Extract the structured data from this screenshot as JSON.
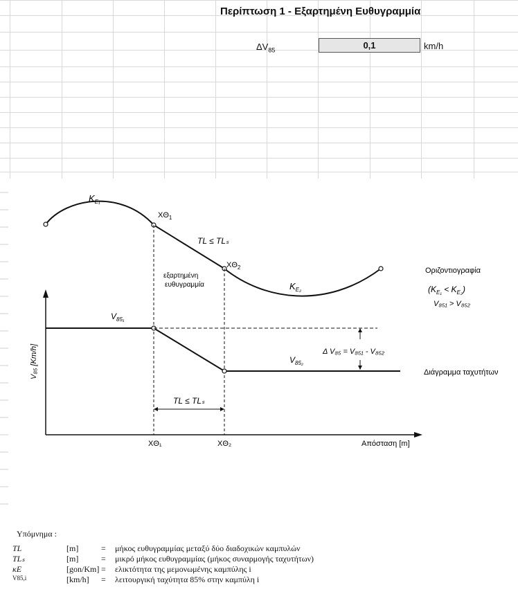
{
  "sheet": {
    "title": "Περίπτωση 1 - Εξαρτημένη Ευθυγραμμία",
    "dv_label": "ΔV",
    "dv_sub": "85",
    "dv_value": "0,1",
    "dv_unit": "km/h"
  },
  "figure": {
    "ke1": "K",
    "ke1_sub": "E₁",
    "ke2": "K",
    "ke2_sub": "E₂",
    "xth1": "XΘ",
    "xth1_sub": "1",
    "xth2": "XΘ",
    "xth2_sub": "2",
    "tl_cond": "TL ≤ TLₛ",
    "dependent_line": [
      "εξαρτημένη",
      "ευθυγραμμία"
    ],
    "horizontal_label": "Οριζοντιογραφία",
    "cond1": "(K",
    "cond1_a": "E₁",
    "cond1_mid": " < K",
    "cond1_b": "E₂",
    "cond1_end": ")",
    "cond2": "V₈₅₁ > V₈₅₂",
    "v85_1": "V",
    "v85_1_sub": "85₁",
    "v85_2": "V",
    "v85_2_sub": "85₂",
    "delta_v": "Δ V₈₅ = V₈₅₁ - V₈₅₂",
    "speed_diagram": "Διάγραμμα ταχυτήτων",
    "yaxis": "V₈₅ [Km/h]",
    "xaxis": "Απόσταση [m]",
    "tl_cond_bottom": "TL ≤ TLₛ",
    "xtick1": "XΘ₁",
    "xtick2": "XΘ₂"
  },
  "legend": {
    "header": "Υπόμνημα :",
    "rows": [
      {
        "sym": "TL",
        "unit": "[m]",
        "eq": "=",
        "desc": "μήκος ευθυγραμμίας μεταξύ δύο διαδοχικών καμπυλών"
      },
      {
        "sym": "TLₛ",
        "unit": "[m]",
        "eq": "=",
        "desc": "μικρό μήκος ευθυγραμμίας (μήκος συναρμογής ταχυτήτων)"
      },
      {
        "sym": "κE",
        "unit": "[gon/Km]",
        "eq": "=",
        "desc": "ελικτότητα της μεμονωμένης καμπύλης i"
      },
      {
        "sym": "V85,i",
        "unit": "[km/h]",
        "eq": "=",
        "desc": "λειτουργική ταχύτητα 85% στην καμπύλη i"
      }
    ]
  }
}
